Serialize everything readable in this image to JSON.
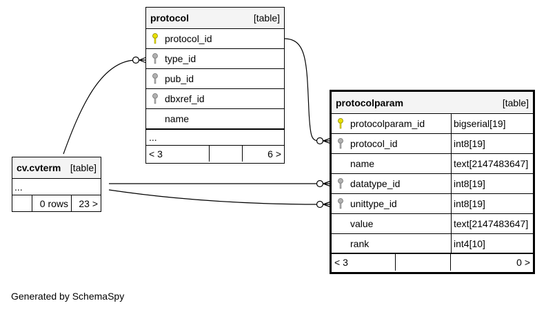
{
  "tables": {
    "protocol": {
      "name": "protocol",
      "kind": "[table]",
      "columns": [
        {
          "name": "protocol_id",
          "key": "primary"
        },
        {
          "name": "type_id",
          "key": "foreign"
        },
        {
          "name": "pub_id",
          "key": "foreign"
        },
        {
          "name": "dbxref_id",
          "key": "foreign"
        },
        {
          "name": "name",
          "key": "none"
        }
      ],
      "ellipsis": "...",
      "footer": {
        "parents": "< 3",
        "rows": "",
        "children": "6 >"
      }
    },
    "cvterm": {
      "name": "cv.cvterm",
      "kind": "[table]",
      "ellipsis": "...",
      "footer": {
        "parents": "",
        "rows": "0 rows",
        "children": "23 >"
      }
    },
    "protocolparam": {
      "name": "protocolparam",
      "kind": "[table]",
      "columns": [
        {
          "name": "protocolparam_id",
          "type": "bigserial[19]",
          "key": "primary"
        },
        {
          "name": "protocol_id",
          "type": "int8[19]",
          "key": "foreign"
        },
        {
          "name": "name",
          "type": "text[2147483647]",
          "key": "none"
        },
        {
          "name": "datatype_id",
          "type": "int8[19]",
          "key": "foreign"
        },
        {
          "name": "unittype_id",
          "type": "int8[19]",
          "key": "foreign"
        },
        {
          "name": "value",
          "type": "text[2147483647]",
          "key": "none"
        },
        {
          "name": "rank",
          "type": "int4[10]",
          "key": "none"
        }
      ],
      "footer": {
        "parents": "< 3",
        "rows": "",
        "children": "0 >"
      }
    }
  },
  "colors": {
    "primary_key": "#e8e000",
    "foreign_key": "#b0b0b0",
    "header_bg": "#f4f4f4"
  },
  "caption": "Generated by SchemaSpy"
}
